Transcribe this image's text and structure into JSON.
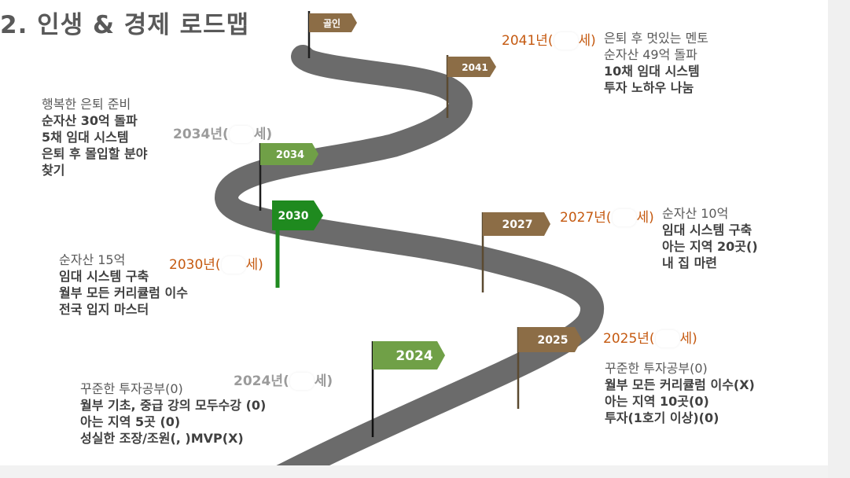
{
  "title": "2. 인생 & 경제 로드맵",
  "flags": {
    "goal": "골인",
    "f2041": "2041",
    "f2034": "2034",
    "f2030": "2030",
    "f2027": "2027",
    "f2025": "2025",
    "f2024": "2024"
  },
  "years": {
    "y2041": {
      "before": "2041년(",
      "after": "세)"
    },
    "y2034": {
      "before": "2034년(",
      "after": "세)"
    },
    "y2030": {
      "before": "2030년(",
      "after": "세)"
    },
    "y2027": {
      "before": "2027년(",
      "after": "세)"
    },
    "y2025": {
      "before": "2025년(",
      "after": "세)"
    },
    "y2024": {
      "before": "2024년(",
      "after": "세)"
    }
  },
  "blocks": {
    "b2041": [
      "은퇴 후 멋있는 멘토",
      "순자산 49억 돌파",
      "10채 임대 시스템",
      "투자 노하우 나눔"
    ],
    "b2034": [
      "행복한 은퇴 준비",
      "순자산 30억 돌파",
      "5채 임대 시스템",
      "은퇴 후 몰입할 분야",
      "찾기"
    ],
    "b2030": [
      "순자산 15억",
      "임대 시스템 구축",
      "월부 모든 커리큘럼 이수",
      "전국 입지 마스터"
    ],
    "b2027": [
      "순자산 10억",
      "임대 시스템 구축",
      "아는 지역 20곳()",
      "내 집 마련"
    ],
    "b2025": [
      "꾸준한 투자공부(0)",
      "월부 모든 커리큘럼 이수(X)",
      "아는 지역 10곳(0)",
      "투자(1호기 이상)(0)"
    ],
    "b2024": [
      "꾸준한 투자공부(0)",
      "월부 기초, 중급 강의 모두수강 (0)",
      "아는 지역 5곳 (0)",
      "성실한 조장/조원(, )MVP(X)"
    ]
  },
  "colors": {
    "road": "#6b6b6b",
    "brown": "#8c6d46",
    "green_light": "#70a047",
    "green_dark": "#1f8a1f",
    "orange_text": "#c55a11"
  }
}
